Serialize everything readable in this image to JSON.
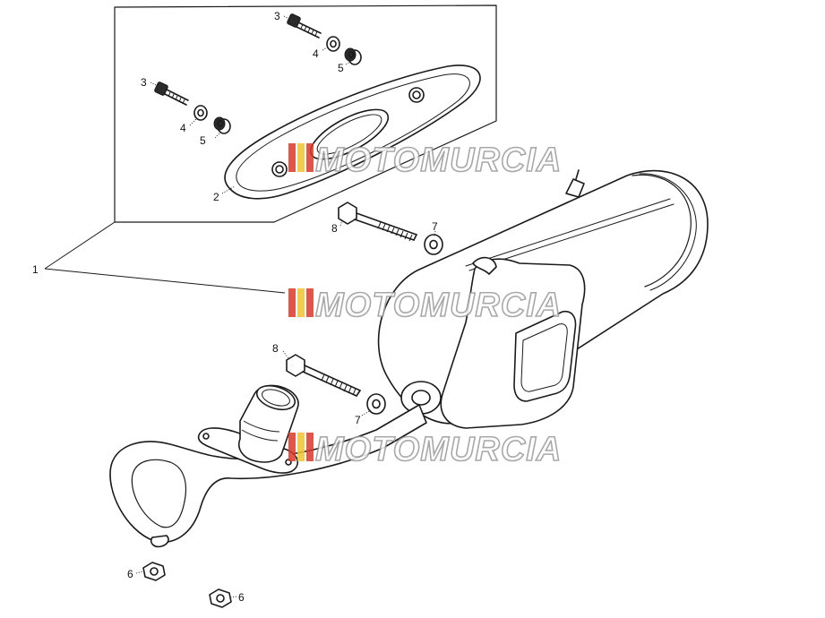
{
  "callouts": {
    "c1": "1",
    "c2": "2",
    "c3a": "3",
    "c3b": "3",
    "c4a": "4",
    "c4b": "4",
    "c5a": "5",
    "c5b": "5",
    "c6a": "6",
    "c6b": "6",
    "c7a": "7",
    "c7b": "7",
    "c8a": "8",
    "c8b": "8"
  },
  "watermark": {
    "text": "MOTOMURCIA",
    "colors": {
      "red": "#d93a2b",
      "yellow": "#f2c230",
      "outline": "#9a9a9a"
    }
  }
}
